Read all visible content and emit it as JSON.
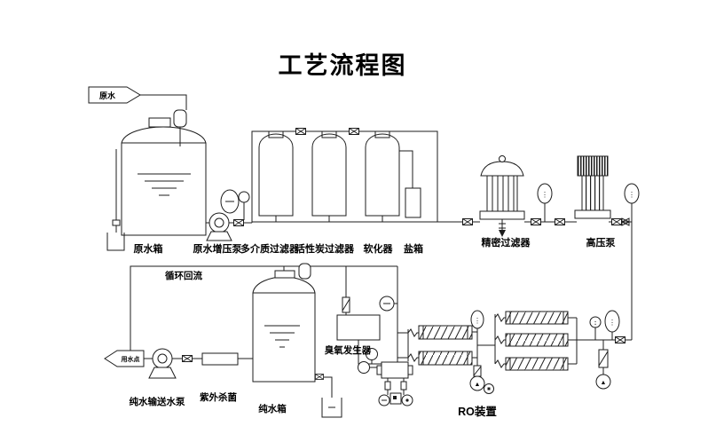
{
  "title": "工艺流程图",
  "labels": {
    "inlet_tag": "原水",
    "raw_water_tank": "原水箱",
    "raw_water_booster_pump": "原水增压泵",
    "multimedia_filter": "多介质过滤器",
    "activated_carbon_filter": "活性炭过滤器",
    "softener": "软化器",
    "salt_tank": "盐箱",
    "precision_filter": "精密过滤器",
    "high_pressure_pump": "高压泵",
    "circulation_return": "循环回流",
    "pure_water_transfer_pump": "纯水输送水泵",
    "uv_sterilizer": "紫外杀菌",
    "pure_water_tank": "纯水箱",
    "ozone_generator": "臭氧发生器",
    "ro_unit": "RO装置",
    "outlet_tag": "用水点"
  },
  "colors": {
    "line": "#1c1c1c",
    "background": "#ffffff",
    "text": "#000000"
  }
}
